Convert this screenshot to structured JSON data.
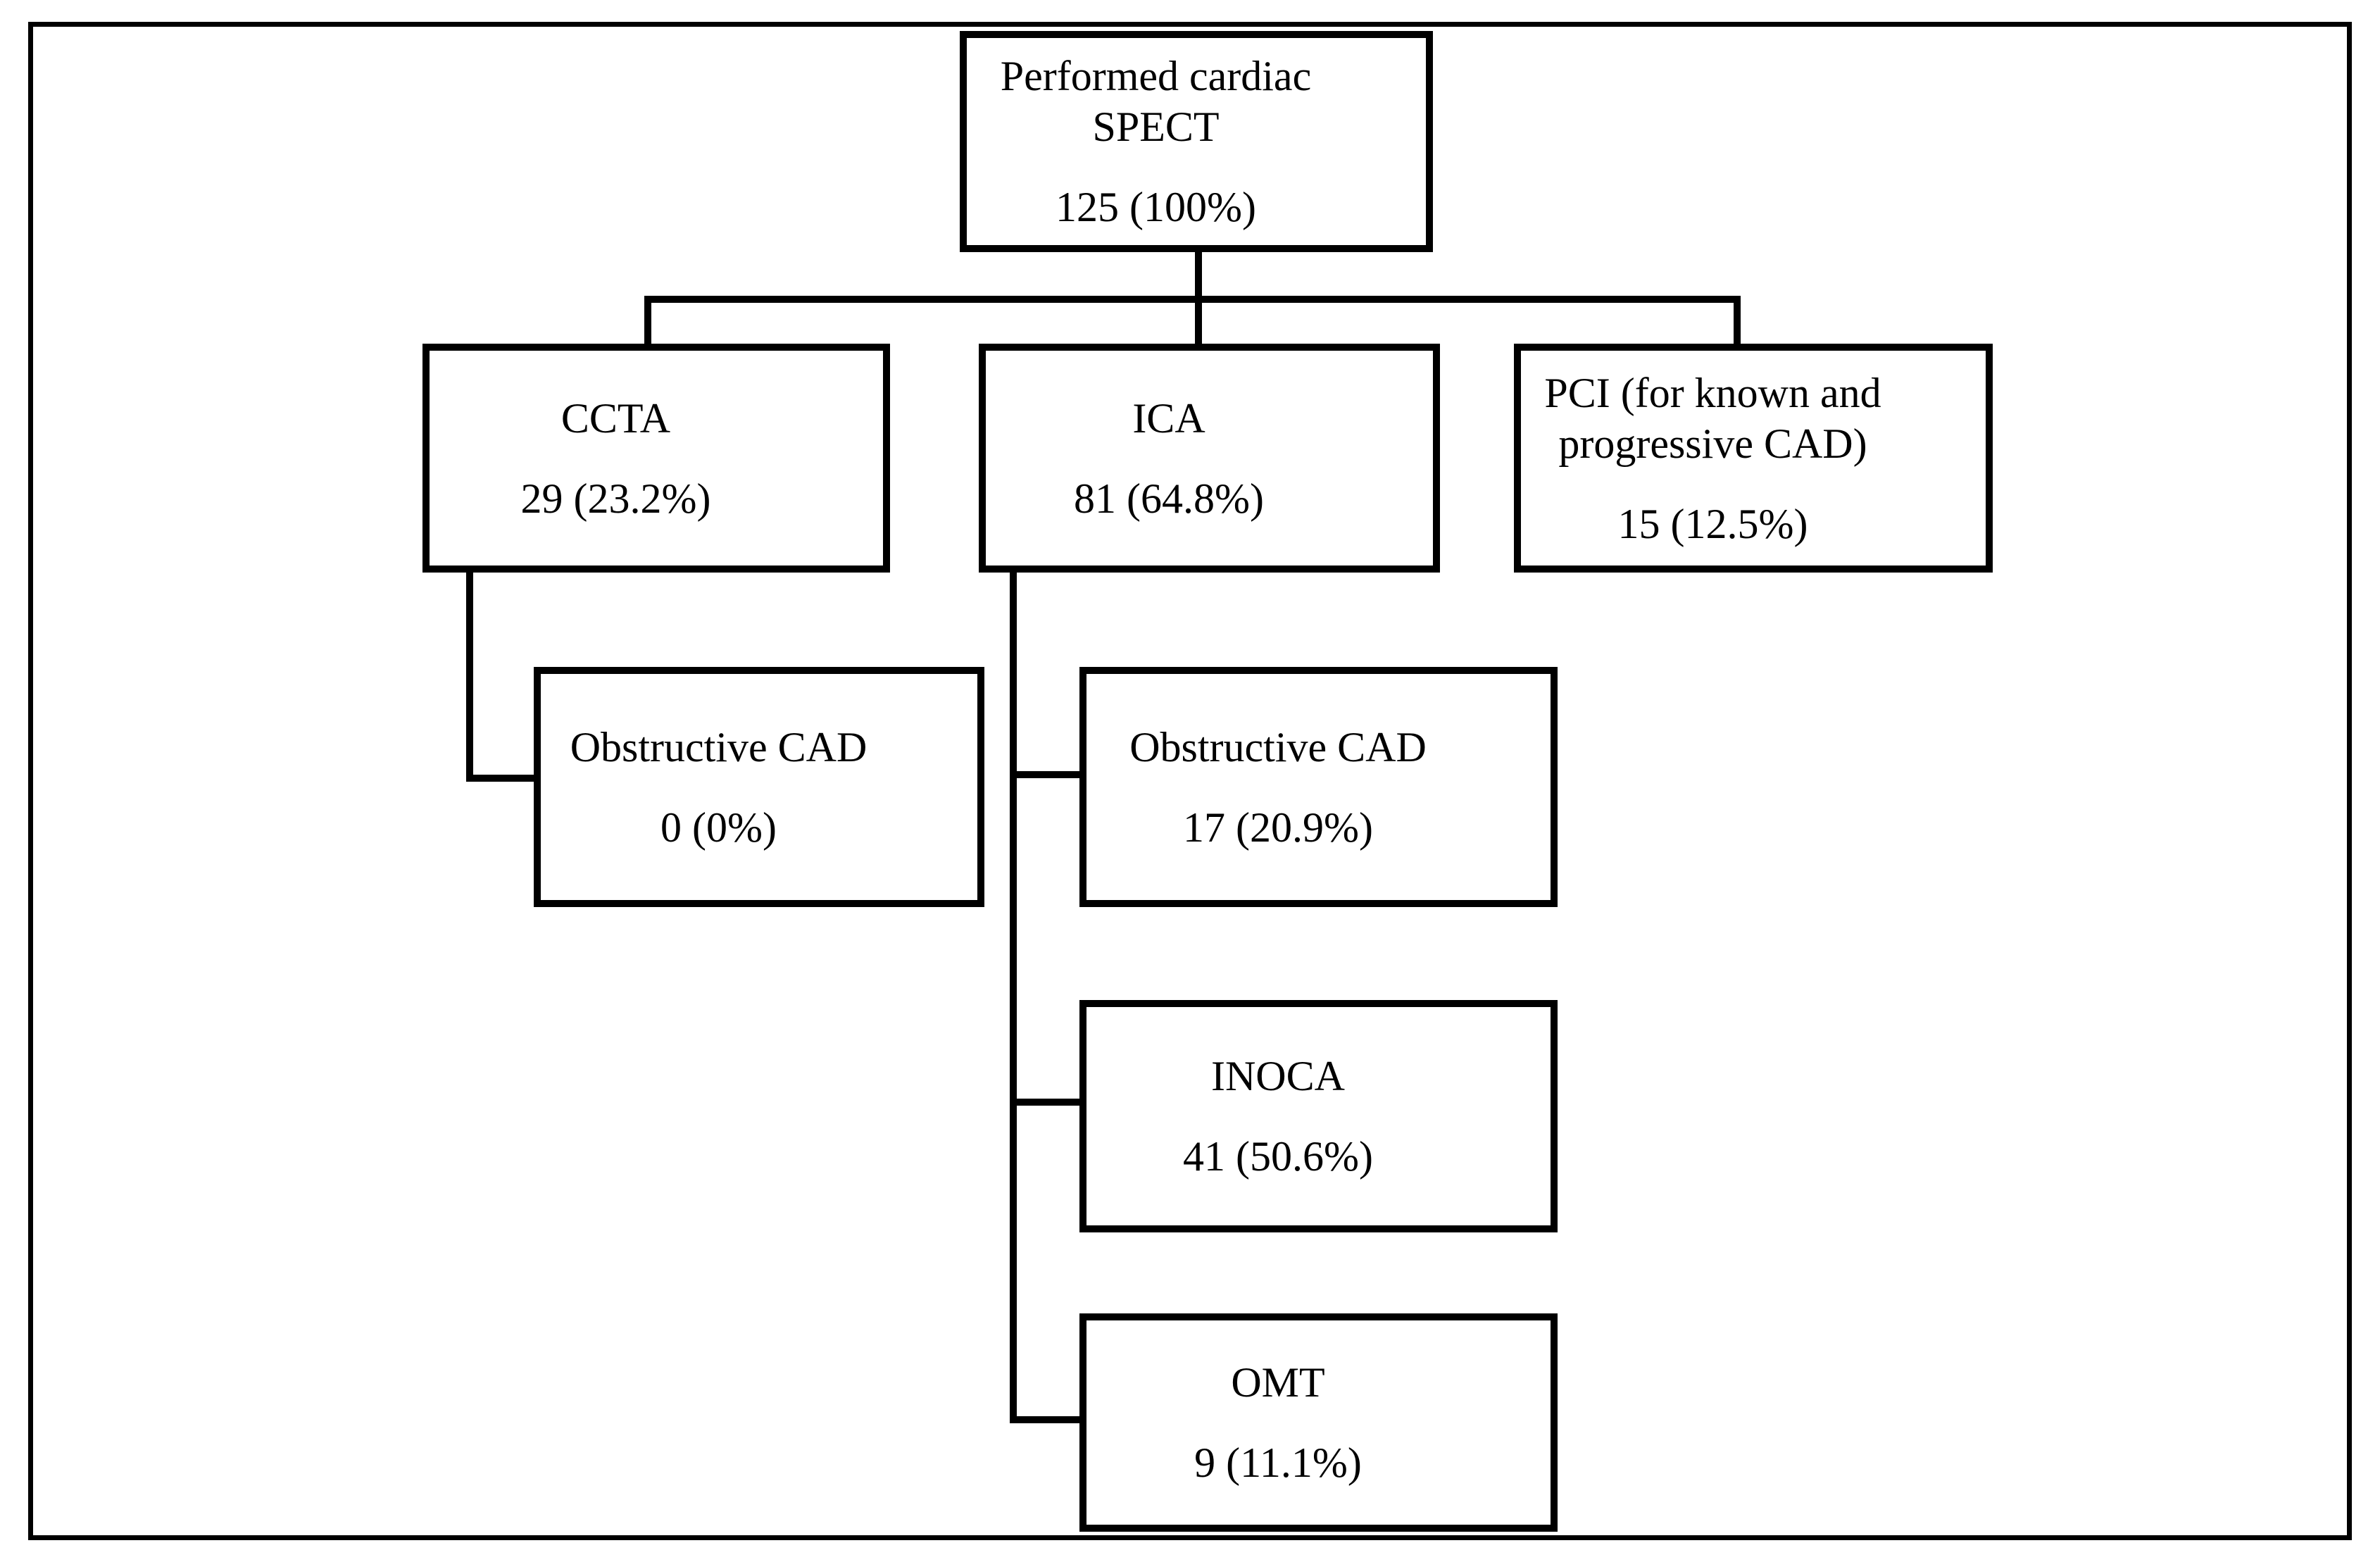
{
  "canvas": {
    "background_color": "#ffffff",
    "line_color": "#000000",
    "text_color": "#000000"
  },
  "nodes": {
    "spect": {
      "label": "Performed cardiac SPECT",
      "value": "125 (100%)"
    },
    "ccta": {
      "label": "CCTA",
      "value": "29 (23.2%)"
    },
    "ica": {
      "label": "ICA",
      "value": "81 (64.8%)"
    },
    "pci": {
      "label": "PCI (for known and progressive CAD)",
      "value": "15 (12.5%)"
    },
    "obs0": {
      "label": "Obstructive CAD",
      "value": "0 (0%)"
    },
    "obs17": {
      "label": "Obstructive CAD",
      "value": "17 (20.9%)"
    },
    "inoca": {
      "label": "INOCA",
      "value": "41 (50.6%)"
    },
    "omt": {
      "label": "OMT",
      "value": "9 (11.1%)"
    }
  },
  "edges": [
    {
      "from": "spect",
      "to": "ccta"
    },
    {
      "from": "spect",
      "to": "ica"
    },
    {
      "from": "spect",
      "to": "pci"
    },
    {
      "from": "ccta",
      "to": "obs0"
    },
    {
      "from": "ica",
      "to": "obs17"
    },
    {
      "from": "ica",
      "to": "inoca"
    },
    {
      "from": "ica",
      "to": "omt"
    }
  ]
}
